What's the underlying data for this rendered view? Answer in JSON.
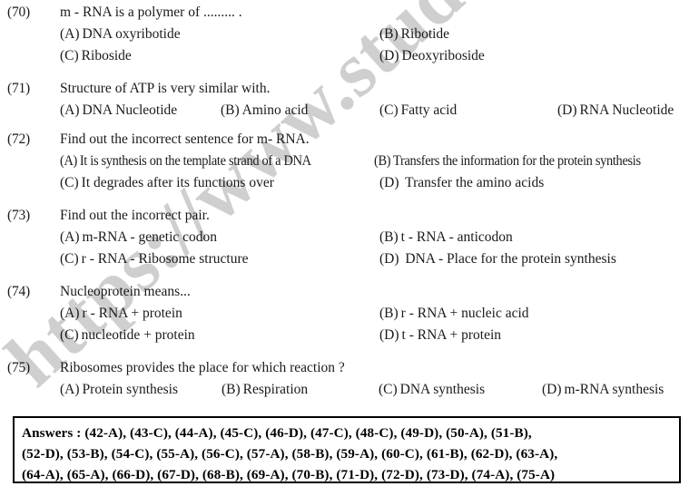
{
  "watermark": {
    "text": "https://www.stud",
    "color": "#bfbfbf"
  },
  "document": {
    "type": "exam-question-paper",
    "subject_hint": "RNA / protein synthesis multiple choice questions"
  },
  "questions": [
    {
      "number": "(70)",
      "text": "m - RNA is a polymer of ......... .",
      "layout": "two-column",
      "options": [
        {
          "label": "(A)",
          "text": "DNA oxyribotide"
        },
        {
          "label": "(B)",
          "text": "Ribotide"
        },
        {
          "label": "(C)",
          "text": "Riboside"
        },
        {
          "label": "(D)",
          "text": "Deoxyriboside"
        }
      ]
    },
    {
      "number": "(71)",
      "text": "Structure of ATP is very similar with.",
      "layout": "four-column",
      "options": [
        {
          "label": "(A)",
          "text": "DNA Nucleotide"
        },
        {
          "label": "(B)",
          "text": "Amino acid"
        },
        {
          "label": "(C)",
          "text": "Fatty acid"
        },
        {
          "label": "(D)",
          "text": "RNA Nucleotide"
        }
      ]
    },
    {
      "number": "(72)",
      "text": "Find out the incorrect sentence for m- RNA.",
      "layout": "two-column",
      "options": [
        {
          "label": "(A)",
          "text": "It is synthesis on the template strand of a DNA"
        },
        {
          "label": "(B)",
          "text": "Transfers the information for the protein synthesis"
        },
        {
          "label": "(C)",
          "text": "It degrades after its functions over"
        },
        {
          "label": "(D)",
          "text": "Transfer the amino acids"
        }
      ]
    },
    {
      "number": "(73)",
      "text": "Find out the incorrect pair.",
      "layout": "two-column",
      "options": [
        {
          "label": "(A)",
          "text": "m-RNA - genetic codon"
        },
        {
          "label": "(B)",
          "text": "t - RNA - anticodon"
        },
        {
          "label": "(C)",
          "text": "r - RNA - Ribosome structure"
        },
        {
          "label": "(D)",
          "text": "DNA - Place for the protein synthesis"
        }
      ]
    },
    {
      "number": "(74)",
      "text": "Nucleoprotein means...",
      "layout": "two-column",
      "options": [
        {
          "label": "(A)",
          "text": "r - RNA + protein"
        },
        {
          "label": "(B)",
          "text": "r - RNA + nucleic acid"
        },
        {
          "label": "(C)",
          "text": "nucleotide + protein"
        },
        {
          "label": "(D)",
          "text": "t - RNA + protein"
        }
      ]
    },
    {
      "number": "(75)",
      "text": "Ribosomes provides the place for which reaction ?",
      "layout": "four-column",
      "options": [
        {
          "label": "(A)",
          "text": "Protein synthesis"
        },
        {
          "label": "(B)",
          "text": "Respiration"
        },
        {
          "label": "(C)",
          "text": "DNA  synthesis"
        },
        {
          "label": "(D)",
          "text": "m-RNA synthesis"
        }
      ]
    }
  ],
  "answers": {
    "label": "Answers",
    "separator": ":",
    "line1": "Answers  :  (42-A),  (43-C),  (44-A),  (45-C),  (46-D),  (47-C),  (48-C),  (49-D),  (50-A),  (51-B),",
    "line2": "(52-D),  (53-B),  (54-C),  (55-A),  (56-C),  (57-A),  (58-B),  (59-A),  (60-C),  (61-B),  (62-D),  (63-A),",
    "line3": "(64-A),  (65-A),  (66-D),  (67-D),  (68-B),  (69-A),  (70-B),  (71-D),  (72-D),  (73-D),  (74-A),  (75-A)",
    "pairs": [
      "42-A",
      "43-C",
      "44-A",
      "45-C",
      "46-D",
      "47-C",
      "48-C",
      "49-D",
      "50-A",
      "51-B",
      "52-D",
      "53-B",
      "54-C",
      "55-A",
      "56-C",
      "57-A",
      "58-B",
      "59-A",
      "60-C",
      "61-B",
      "62-D",
      "63-A",
      "64-A",
      "65-A",
      "66-D",
      "67-D",
      "68-B",
      "69-A",
      "70-B",
      "71-D",
      "72-D",
      "73-D",
      "74-A",
      "75-A"
    ]
  }
}
